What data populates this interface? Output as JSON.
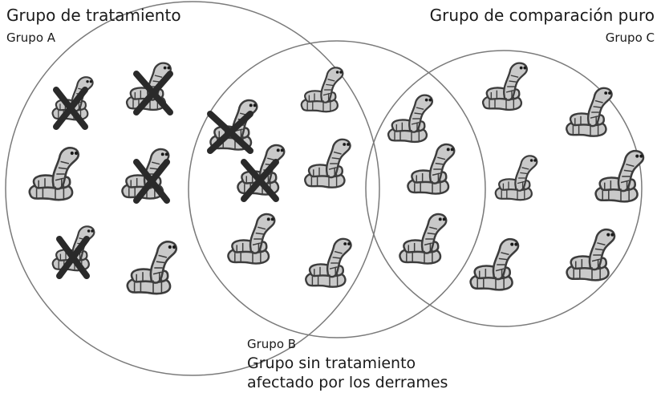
{
  "groups": {
    "a": {
      "title": "Grupo de tratamiento",
      "name": "Grupo A"
    },
    "b": {
      "name": "Grupo B",
      "desc_line1": "Grupo sin tratamiento",
      "desc_line2": "afectado por los derrames"
    },
    "c": {
      "title": "Grupo de comparación puro",
      "name": "Grupo C"
    }
  },
  "colors": {
    "circle": "#7a7a7a",
    "worm_fill": "#c9c9c9",
    "worm_stroke": "#3c3c3c",
    "cross": "#2a2a2a"
  },
  "counts": {
    "group_a_worms": 6,
    "group_a_crossed": 4,
    "group_b_worms": 7,
    "group_b_crossed": 2,
    "group_c_worms": 8
  }
}
